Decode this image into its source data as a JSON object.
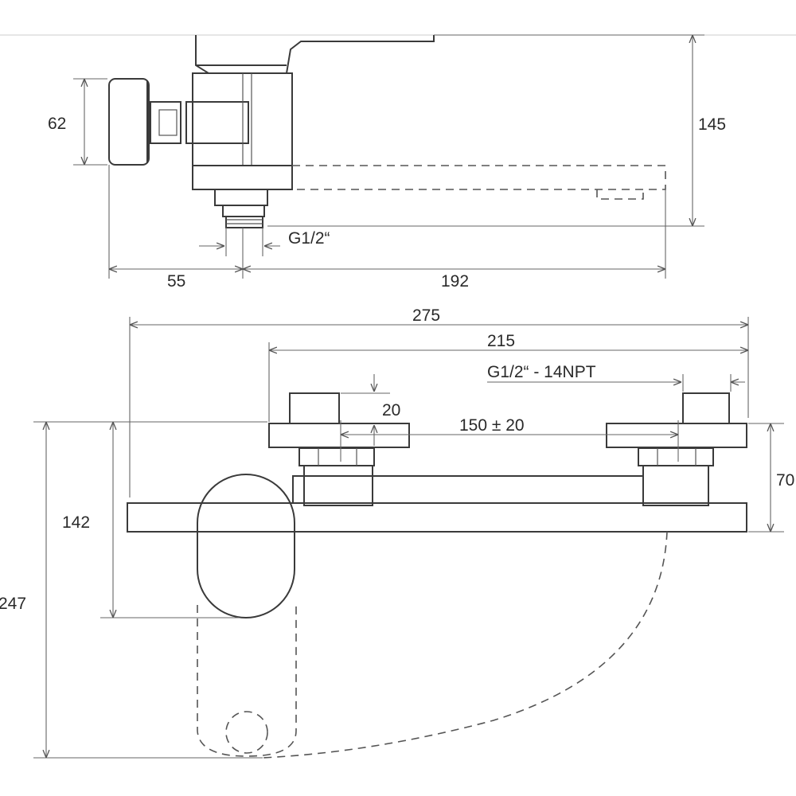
{
  "drawing": {
    "side_view": {
      "dim_height_knob": "62",
      "dim_height_total": "145",
      "dim_thread": "G1/2“",
      "dim_depth_left": "55",
      "dim_depth_right": "192"
    },
    "front_view": {
      "dim_width_total": "275",
      "dim_width_inner": "215",
      "dim_thread_npt": "G1/2“ - 14NPT",
      "dim_connector_height": "20",
      "dim_spacing": "150 ± 20",
      "dim_right_height": "70",
      "dim_handle_height": "142",
      "dim_total_height": "247"
    }
  }
}
